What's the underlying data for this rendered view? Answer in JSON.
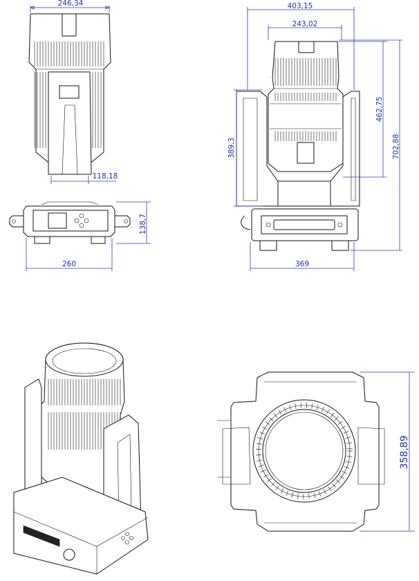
{
  "colors": {
    "dimension": "#2a3db0",
    "dimension_text": "#1f2fa6",
    "outline": "#111111",
    "background": "#ffffff"
  },
  "views": {
    "side": {
      "width_top": "246,34",
      "arm_width": "118,18",
      "base_height": "138,7",
      "base_width": "260"
    },
    "front": {
      "overall_width": "403,15",
      "head_width": "243,02",
      "head_height": "462,75",
      "overall_height": "702,88",
      "arm_height": "389,3",
      "base_width": "369"
    },
    "top": {
      "depth": "358,89"
    }
  }
}
